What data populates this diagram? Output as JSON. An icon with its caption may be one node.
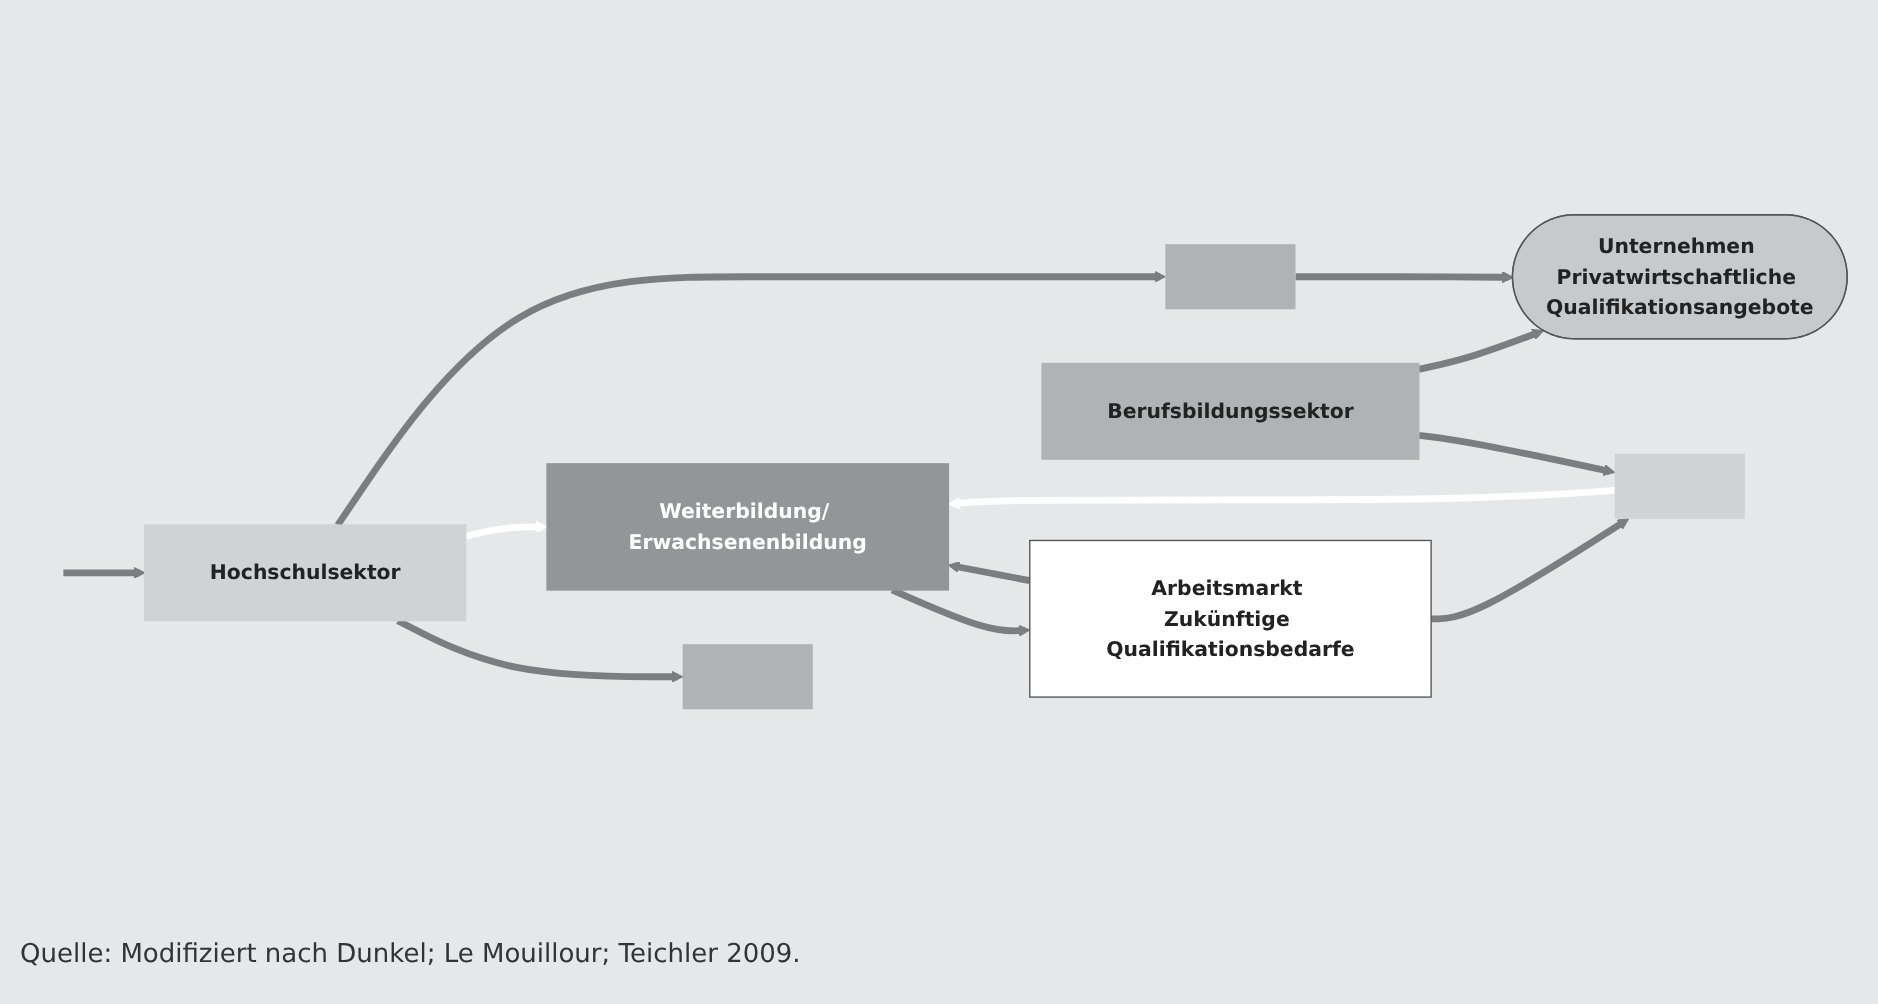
{
  "diagram": {
    "caption": "Quelle: Modifiziert nach Dunkel; Le Mouillour; Teichler 2009.",
    "nodes": [
      {
        "text": [
          "Hochschulsektor"
        ]
      },
      {
        "text": [
          "Weiterbildung/ Erwachsenenbildung"
        ]
      },
      {
        "text": [
          "Arbeitsmarkt Zukünftige Qualifikationsbedarfe"
        ]
      },
      {
        "text": [
          "Berufsbildungssektor"
        ]
      },
      {
        "text": [
          "Unternehmen Privatwirtschaftliche Qualifikationsangebote"
        ]
      },
      {
        "text": [],
        "shape": "bar"
      },
      {
        "text": [],
        "shape": "bar"
      },
      {
        "text": [],
        "shape": "bar"
      }
    ],
    "edges": [
      {
        "from": null,
        "to": 0,
        "arrow": "to"
      },
      {
        "from": 0,
        "to": 5,
        "arrow": "to"
      },
      {
        "from": 0,
        "to": 1,
        "arrow": "to",
        "color": "#ffffff"
      },
      {
        "from": 0,
        "to": 6,
        "arrow": "to"
      },
      {
        "from": 2,
        "to": 1,
        "arrow": "to"
      },
      {
        "from": 1,
        "to": 2,
        "arrow": "to"
      },
      {
        "from": 2,
        "to": 7,
        "arrow": "to"
      },
      {
        "from": 7,
        "to": 1,
        "arrow": "to",
        "color": "#ffffff"
      },
      {
        "from": 3,
        "to": 7,
        "arrow": "to"
      },
      {
        "from": 6,
        "to": 4,
        "arrow": "to"
      },
      {
        "from": 3,
        "to": 4,
        "arrow": "to"
      }
    ]
  }
}
